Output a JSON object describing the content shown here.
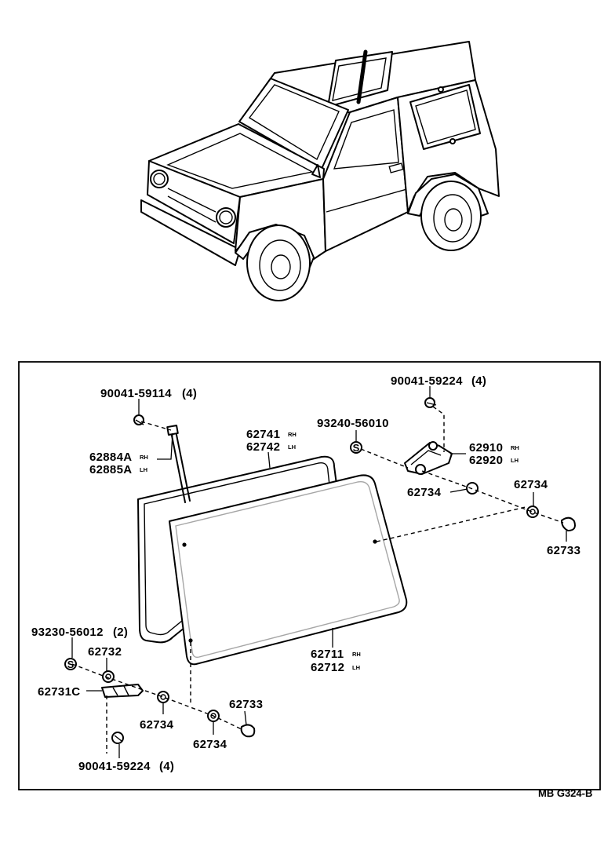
{
  "diagram_id": "MB G324-B",
  "parts": {
    "screw_top_left": {
      "number": "90041-59114",
      "qty": "(4)"
    },
    "screw_top_right": {
      "number": "90041-59224",
      "qty": "(4)"
    },
    "screw_bottom_left": {
      "number": "90041-59224",
      "qty": "(4)"
    },
    "washer_top": {
      "number": "93240-56010"
    },
    "washer_bottom": {
      "number": "93230-56012",
      "qty": "(2)"
    },
    "weatherstrip": {
      "rh": "62741",
      "lh": "62742"
    },
    "glass": {
      "rh": "62711",
      "lh": "62712"
    },
    "lock_handle": {
      "rh": "62910",
      "lh": "62920"
    },
    "hinge_rod": {
      "rh": "62884A",
      "lh": "62885A"
    },
    "hinge_bottom": {
      "number": "62731C"
    },
    "spacer_62732": {
      "number": "62732"
    },
    "cushion_62734_a": {
      "number": "62734"
    },
    "cushion_62734_b": {
      "number": "62734"
    },
    "cushion_62734_c": {
      "number": "62734"
    },
    "cushion_62734_d": {
      "number": "62734"
    },
    "cap_62733_right": {
      "number": "62733"
    },
    "cap_62733_bottom": {
      "number": "62733"
    }
  },
  "side_tags": {
    "rh": "RH",
    "lh": "LH"
  },
  "icons": {
    "washer_symbol": "S"
  }
}
